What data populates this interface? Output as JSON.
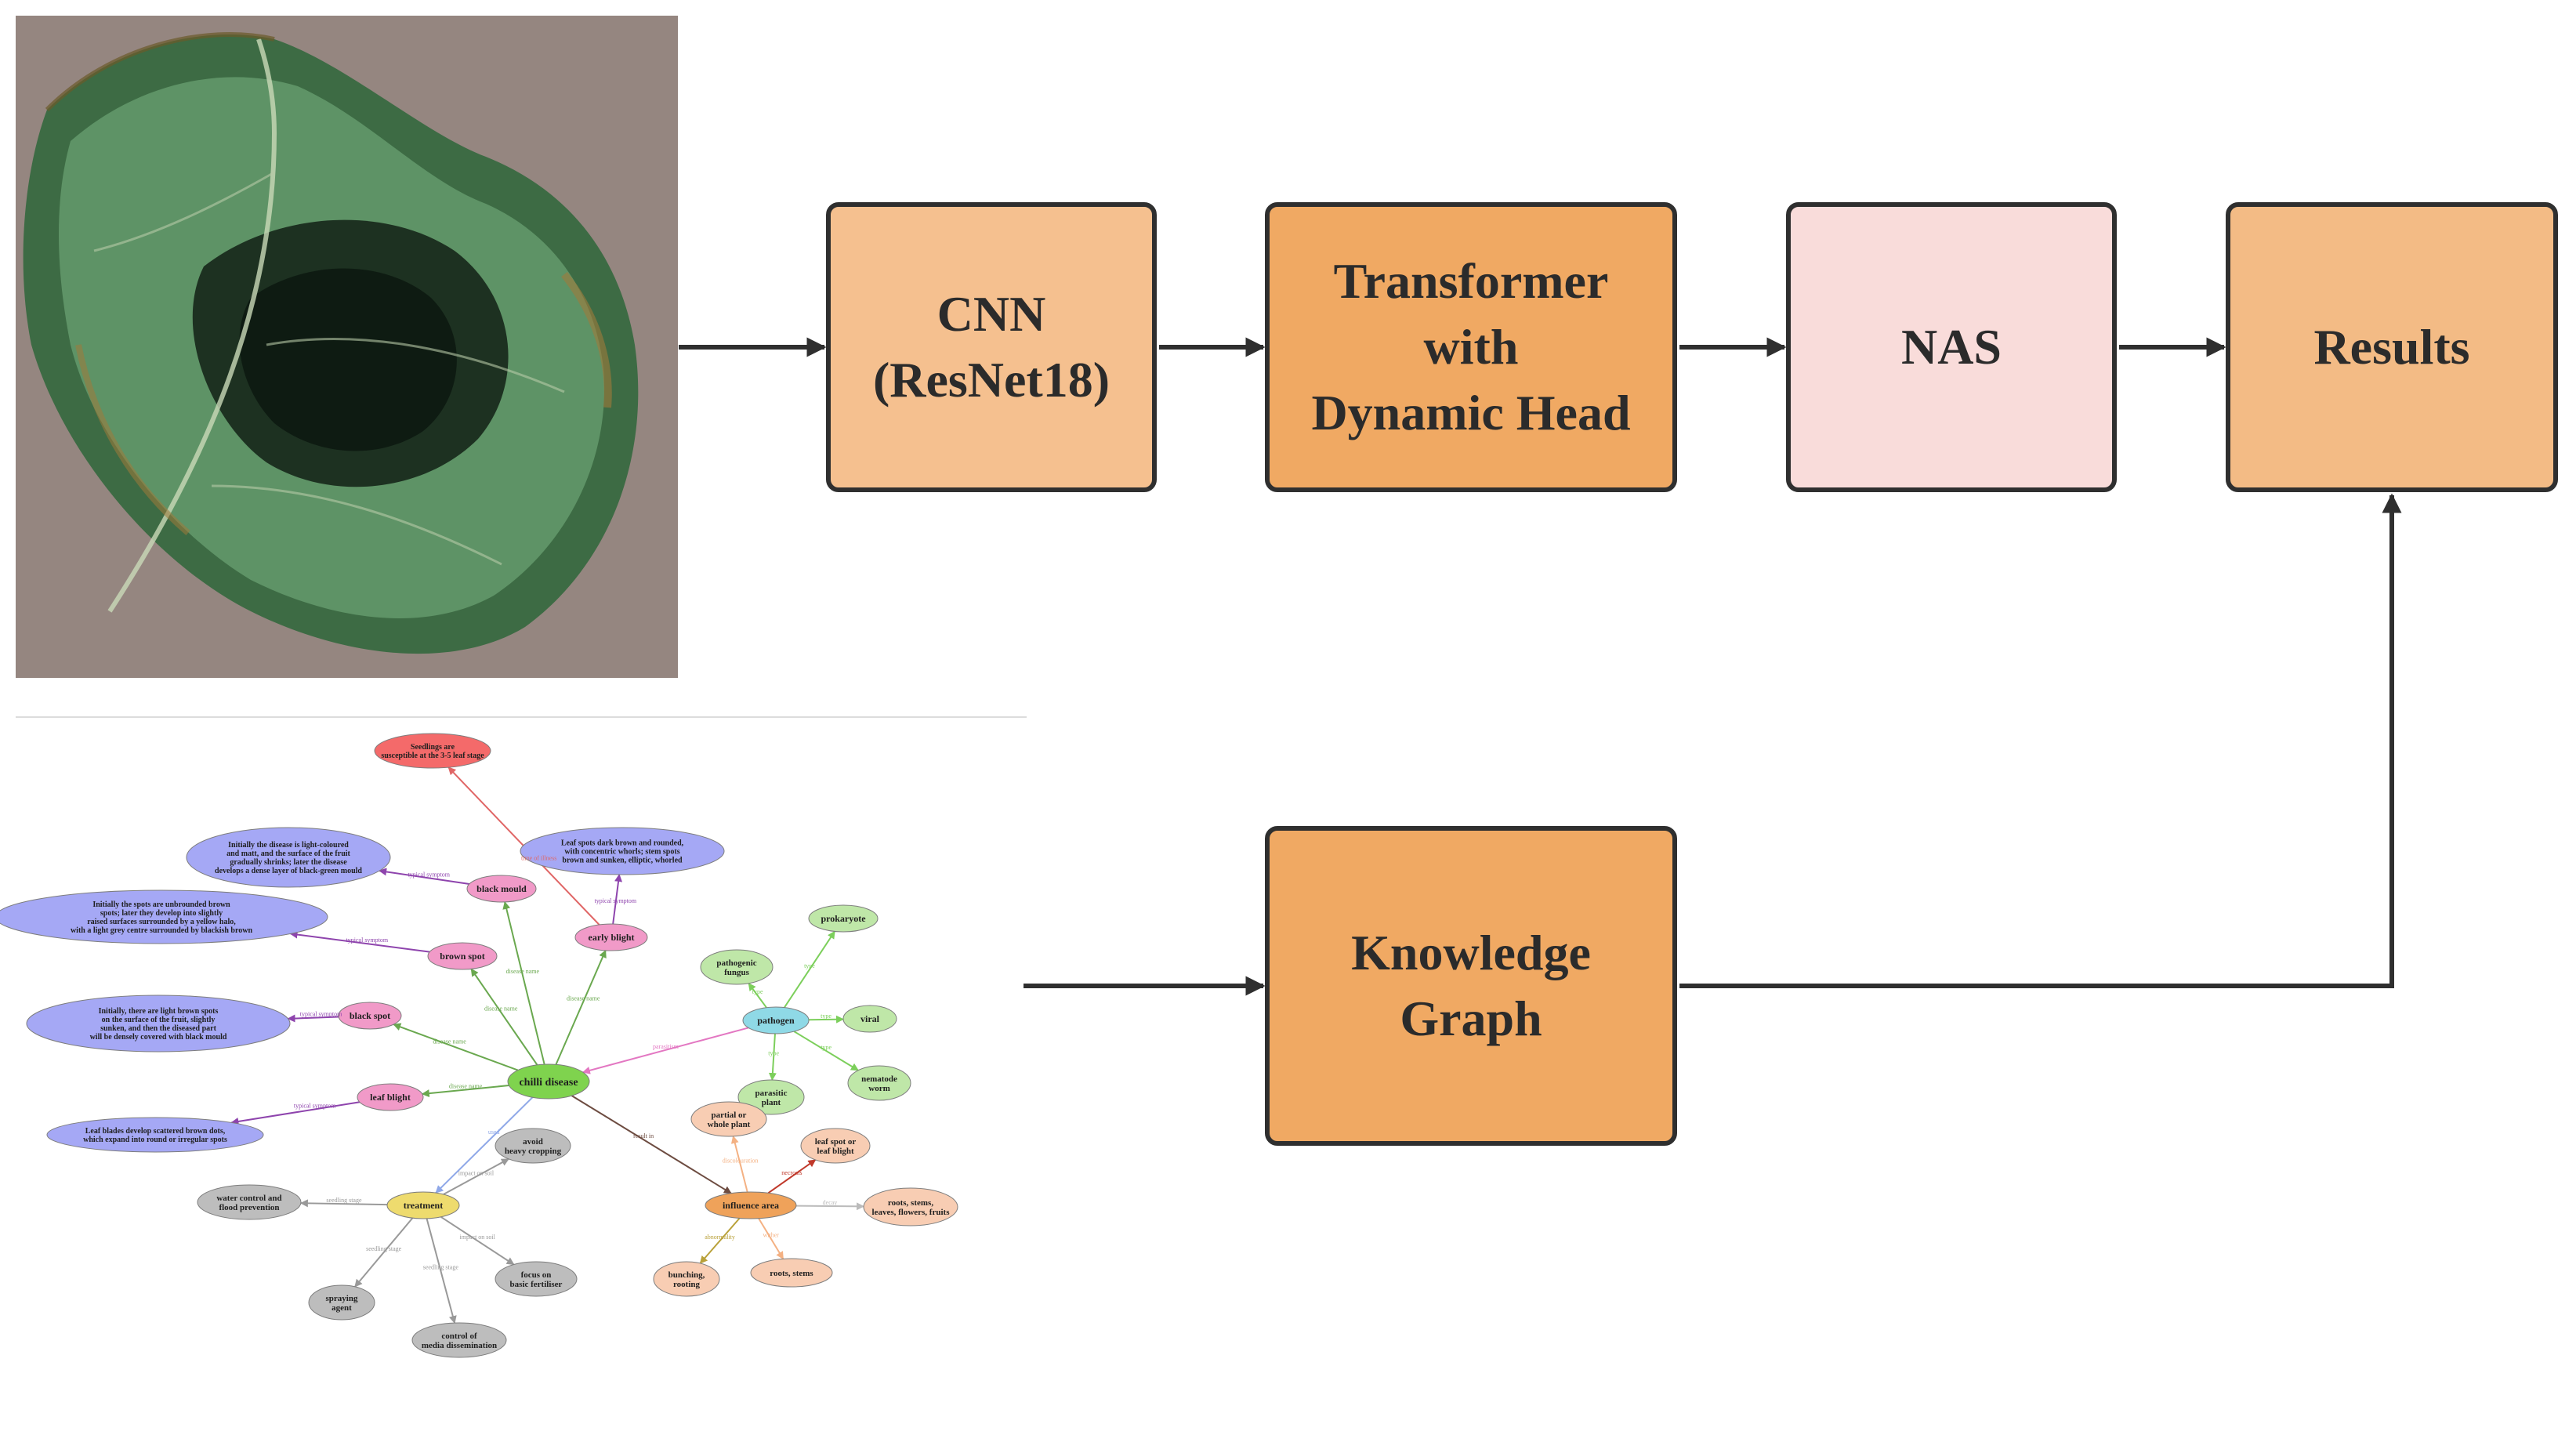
{
  "pipeline": {
    "cnn_label": "CNN\n(ResNet18)",
    "transformer_label": "Transformer\nwith\nDynamic Head",
    "nas_label": "NAS",
    "results_label": "Results",
    "kg_label": "Knowledge\nGraph"
  },
  "colors": {
    "cnn": "#f5c08f",
    "transformer": "#f0a963",
    "nas": "#f9dcda",
    "results": "#f3bb85",
    "kg": "#f0a963",
    "arrow": "#2f2f2f"
  },
  "knowledge_graph": {
    "nodes": [
      {
        "id": "chilli",
        "text": "chilli disease",
        "color": "#7fd34e"
      },
      {
        "id": "seedlings",
        "text": "Seedlings are susceptible at the 3-5 leaf stage",
        "color": "#f46a6a"
      },
      {
        "id": "early_blight_desc",
        "text": "Leaf spots dark brown and rounded, with concentric whorls; stem spots brown and sunken, elliptic, whorled",
        "color": "#a5a8f5"
      },
      {
        "id": "black_mould_desc",
        "text": "Initially the disease is light-coloured and matt, and the surface of the fruit gradually shrinks; later the disease develops a dense layer of black-green mould",
        "color": "#a5a8f5"
      },
      {
        "id": "brown_spot_desc",
        "text": "Initially the spots are unbrounded brown spots; later they develop into slightly raised surfaces surrounded by a yellow halo, with a light grey centre surrounded by blackish brown",
        "color": "#a5a8f5"
      },
      {
        "id": "black_spot_desc",
        "text": "Initially, there are light brown spots on the surface of the fruit, slightly sunken, and then the diseased part will be densely covered with black mould",
        "color": "#a5a8f5"
      },
      {
        "id": "leaf_blight_desc",
        "text": "Leaf blades develop scattered brown dots, which expand into round or irregular spots",
        "color": "#a5a8f5"
      },
      {
        "id": "black_mould",
        "text": "black mould",
        "color": "#f19ac8"
      },
      {
        "id": "early_blight",
        "text": "early blight",
        "color": "#f19ac8"
      },
      {
        "id": "brown_spot",
        "text": "brown spot",
        "color": "#f19ac8"
      },
      {
        "id": "black_spot",
        "text": "black spot",
        "color": "#f19ac8"
      },
      {
        "id": "leaf_blight",
        "text": "leaf blight",
        "color": "#f19ac8"
      },
      {
        "id": "pathogen",
        "text": "pathogen",
        "color": "#8fd9e6"
      },
      {
        "id": "prokaryote",
        "text": "prokaryote",
        "color": "#bfe7a8"
      },
      {
        "id": "pathogenic_fungus",
        "text": "pathogenic fungus",
        "color": "#bfe7a8"
      },
      {
        "id": "viral",
        "text": "viral",
        "color": "#bfe7a8"
      },
      {
        "id": "parasitic_plant",
        "text": "parasitic plant",
        "color": "#bfe7a8"
      },
      {
        "id": "nematode",
        "text": "nematode worm",
        "color": "#bfe7a8"
      },
      {
        "id": "treatment",
        "text": "treatment",
        "color": "#eedb6e"
      },
      {
        "id": "avoid_cropping",
        "text": "avoid heavy cropping",
        "color": "#bdbdbd"
      },
      {
        "id": "water_control",
        "text": "water control and flood prevention",
        "color": "#bdbdbd"
      },
      {
        "id": "spraying",
        "text": "spraying agent",
        "color": "#bdbdbd"
      },
      {
        "id": "basic_fertilizer",
        "text": "focus on basic fertiliser",
        "color": "#bdbdbd"
      },
      {
        "id": "media_disinfection",
        "text": "control of media dissemination",
        "color": "#bdbdbd"
      },
      {
        "id": "influence",
        "text": "influence area",
        "color": "#efa25a"
      },
      {
        "id": "partial_plant",
        "text": "partial or whole plant",
        "color": "#f8cdb3"
      },
      {
        "id": "leaf_spot",
        "text": "leaf spot or leaf blight",
        "color": "#f8cdb3"
      },
      {
        "id": "roots_stems_leaves",
        "text": "roots, stems, leaves, flowers, fruits",
        "color": "#f8cdb3"
      },
      {
        "id": "bunching",
        "text": "bunching, rooting",
        "color": "#f8cdb3"
      },
      {
        "id": "roots_stems",
        "text": "roots, stems",
        "color": "#f8cdb3"
      }
    ],
    "edge_labels": {
      "time_of_illness": "time of illness",
      "typical_symptom": "typical symptom",
      "disease_name": "disease name",
      "parasitism": "parasitism",
      "type": "type",
      "used": "used",
      "result_in": "result in",
      "seedling_stage": "seedling stage",
      "impact_on_soil": "impact on soil",
      "discolouration": "discolouration",
      "necrosis": "necrosis",
      "decay": "decay",
      "abnormality": "abnormality",
      "wither": "wither"
    }
  }
}
